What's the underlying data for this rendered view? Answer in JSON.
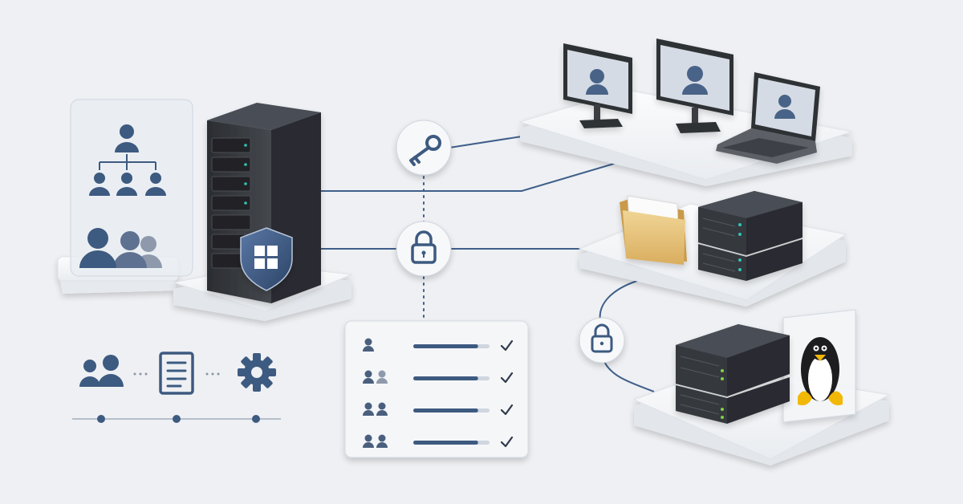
{
  "colors": {
    "background": "#eef0f3",
    "platform": "#f8f9fb",
    "platform_edge": "#d9dde3",
    "server": "#3a3d42",
    "server_dark": "#2a2c30",
    "accent_blue": "#3d5a80",
    "line": "#3f5f8a",
    "people": "#4a5f7e",
    "folder": "#e3c27d",
    "status_led": "#2ec4b6",
    "status_led_green": "#7bd34a",
    "penguin_yellow": "#f2b807"
  },
  "icons": {
    "hierarchy": "org-chart-icon",
    "users": "users-group-icon",
    "key": "key-icon",
    "lock": "lock-icon",
    "windows": "windows-logo-icon",
    "shield": "shield-icon",
    "folder": "folder-icon",
    "linux": "linux-penguin-icon",
    "document": "document-icon",
    "gear": "gear-icon",
    "check": "check-icon"
  },
  "permission_list": {
    "rows": [
      {
        "people": 1,
        "level": 0.85,
        "checked": true
      },
      {
        "people": 2,
        "level": 0.85,
        "checked": true
      },
      {
        "people": 2,
        "level": 0.85,
        "checked": true
      },
      {
        "people": 2,
        "level": 0.85,
        "checked": true
      }
    ]
  }
}
